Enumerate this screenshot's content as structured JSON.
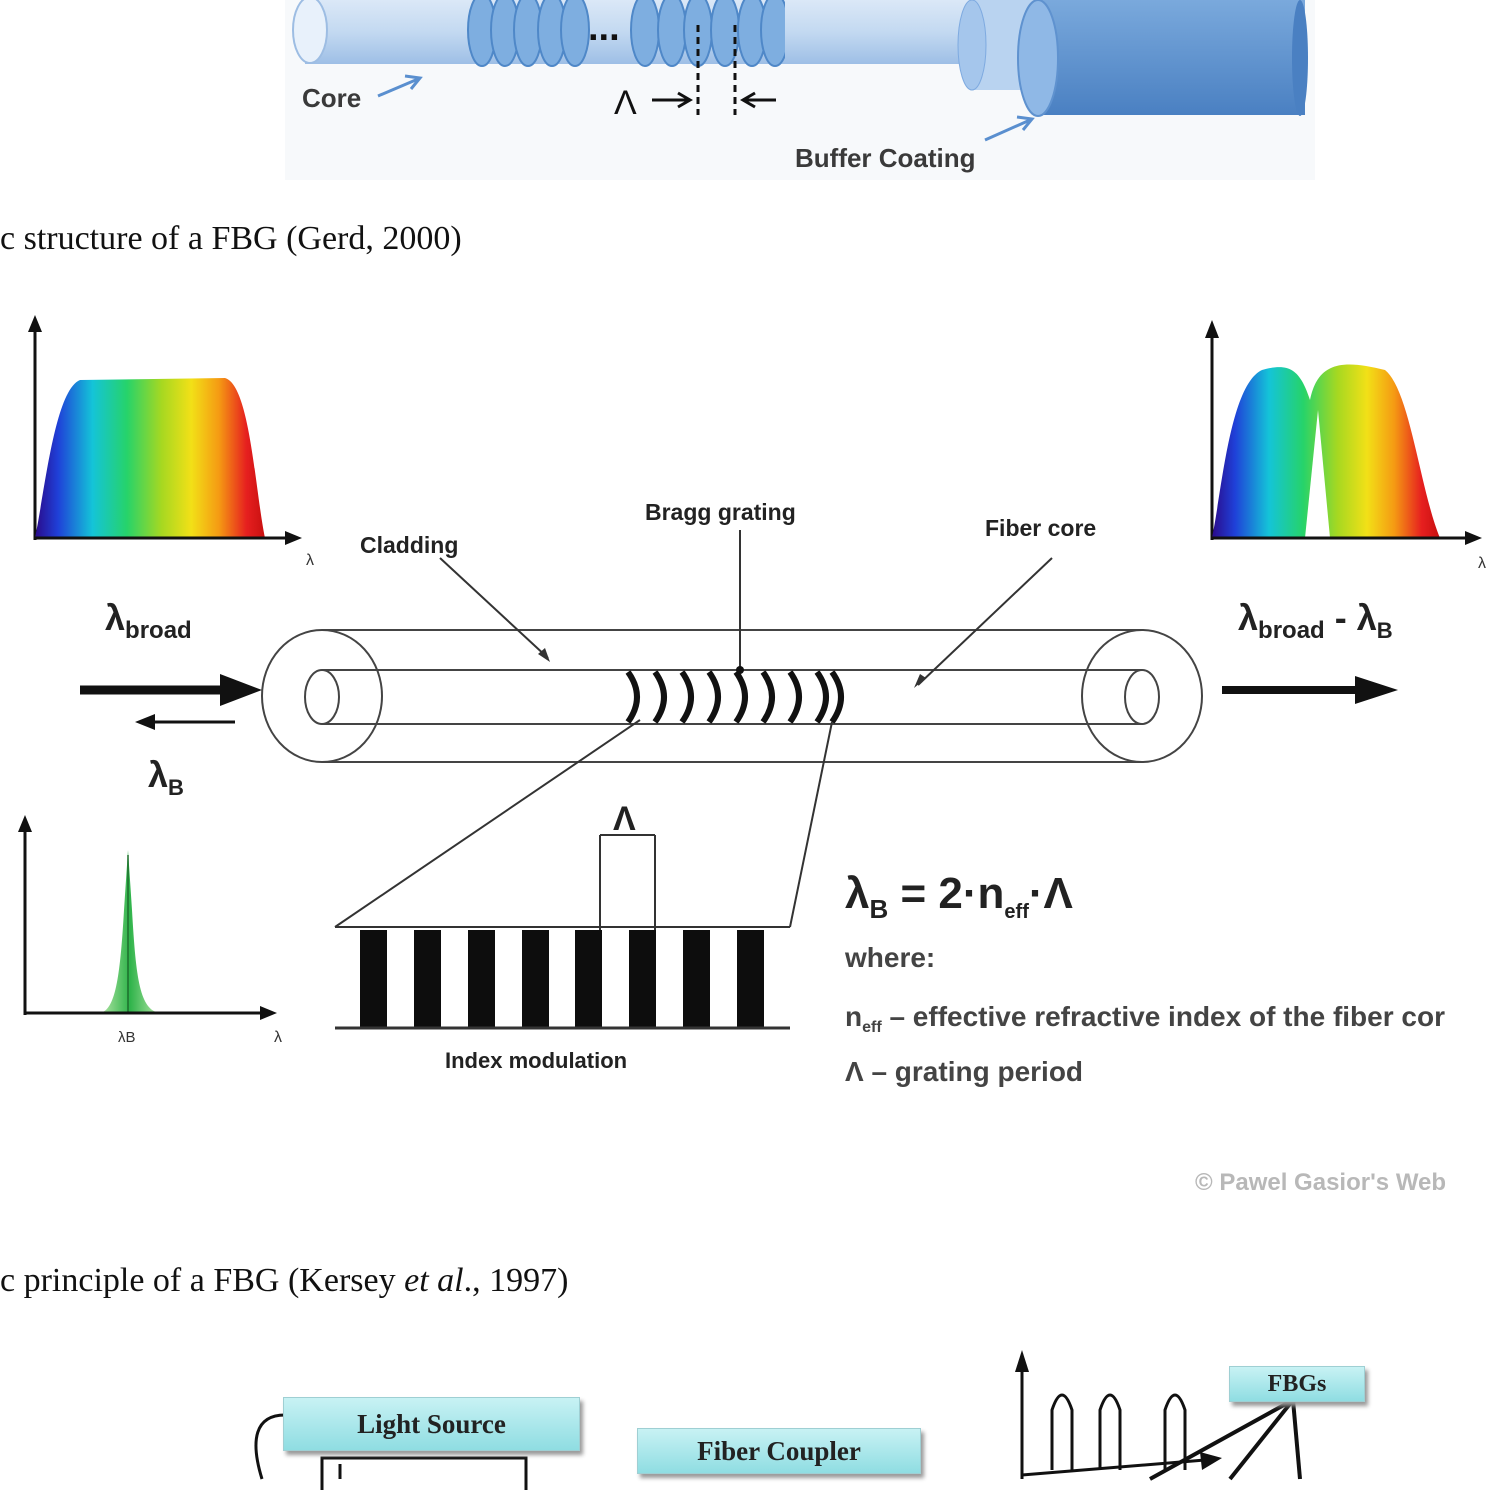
{
  "figure1": {
    "labels": {
      "core": "Core",
      "period": "Λ",
      "buffer": "Buffer Coating",
      "ellipsis": "..."
    },
    "colors": {
      "fiber_light": "#cfe1f5",
      "fiber_mid": "#9cc3ea",
      "fiber_dark": "#5d95d1",
      "buffer": "#5b8fcc"
    }
  },
  "caption1": "c structure of a FBG (Gerd, 2000)",
  "figure2": {
    "labels": {
      "cladding": "Cladding",
      "bragg_grating": "Bragg grating",
      "fiber_core": "Fiber core",
      "lambda_broad_main": "λ",
      "lambda_broad_sub": "broad",
      "lambda_B_main": "λ",
      "lambda_B_sub": "B",
      "out_main1": "λ",
      "out_sub1": "broad",
      "out_dash": " - λ",
      "out_sub2": "B",
      "period": "Λ",
      "index_modulation": "Index modulation",
      "axis_lambda": "λ",
      "peak_label": "λB",
      "formula_lhs": "λ",
      "formula_lhs_sub": "B",
      "formula_eq": " = 2·n",
      "formula_sub": "eff",
      "formula_rhs": "·Λ",
      "where": "where:",
      "def1_n": "n",
      "def1_sub": "eff",
      "def1_text": " – effective refractive index of the fiber cor",
      "def2_text": "Λ – grating period",
      "copyright": "© Pawel Gasior's Web"
    },
    "colors": {
      "arrow": "#111111",
      "line": "#333333",
      "peak": "#2fb34a"
    }
  },
  "caption2_pre": "c principle of a FBG (Kersey ",
  "caption2_em": "et al",
  "caption2_post": "., 1997)",
  "figure3": {
    "light_source": "Light Source",
    "fiber_coupler": "Fiber Coupler",
    "fbgs": "FBGs",
    "box_color": "#a9e6ea"
  }
}
